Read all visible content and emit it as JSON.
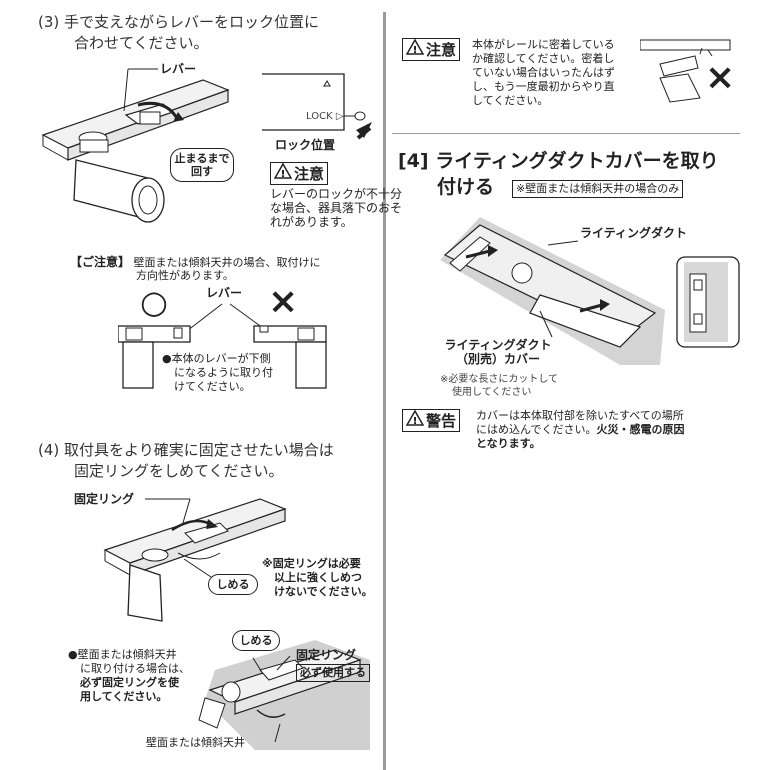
{
  "step3": {
    "num": "(3)",
    "line1": "手で支えながらレバーをロック位置に",
    "line2": "合わせてください。"
  },
  "fig1": {
    "lever_label": "レバー",
    "stop_line1": "止まるまで",
    "stop_line2": "回す",
    "lock_text": "LOCK",
    "lock_position_label": "ロック位置"
  },
  "caution1": {
    "title": "注意",
    "lines": [
      "レバーのロックが不十分",
      "な場合、器具落下のおそ",
      "れがあります。"
    ]
  },
  "gochui": {
    "tag": "【ご注意】",
    "line1": "壁面または傾斜天井の場合、取付けに",
    "line2": "方向性があります。"
  },
  "fig2": {
    "ok_mark": "○",
    "ng_mark": "×",
    "lever_label": "レバー",
    "note": [
      "●本体のレバーが下側",
      "になるように取り付",
      "けてください。"
    ]
  },
  "step4": {
    "num": "(4)",
    "line1": "取付具をより確実に固定させたい場合は",
    "line2": "固定リングをしめてください。"
  },
  "fig3": {
    "ring_label": "固定リング",
    "tighten": "しめる",
    "warning": [
      "※固定リングは必要",
      "以上に強くしめつ",
      "けないでください。"
    ]
  },
  "fig4": {
    "note_plain1": "●壁面または傾斜天井",
    "note_plain2": "に取り付ける場合は、",
    "note_bold1": "必ず固定リングを使",
    "note_bold2": "用してください。",
    "tighten": "しめる",
    "ring_label": "固定リング",
    "must_use": "必ず使用する",
    "wall_label": "壁面または傾斜天井"
  },
  "caution2": {
    "title": "注意",
    "lines": [
      "本体がレールに密着している",
      "か確認してください。密着し",
      "ていない場合はいったんはず",
      "し、もう一度最初からやり直",
      "してください。"
    ],
    "ng_mark": "×"
  },
  "section4": {
    "title_line1": "[4]  ライティングダクトカバーを取り",
    "title_line2": "付ける",
    "tag": "※壁面または傾斜天井の場合のみ"
  },
  "fig5": {
    "duct_label": "ライティングダクト",
    "cover_line1": "ライティングダクト",
    "cover_line2": "（別売）カバー",
    "cut_note1": "※必要な長さにカットして",
    "cut_note2": "使用してください"
  },
  "warning": {
    "title": "警告",
    "line1": "カバーは本体取付部を除いたすべての場所",
    "line2_plain": "にはめ込んでください。",
    "line2_bold": "火災・感電の原因",
    "line3_bold": "となります。"
  }
}
